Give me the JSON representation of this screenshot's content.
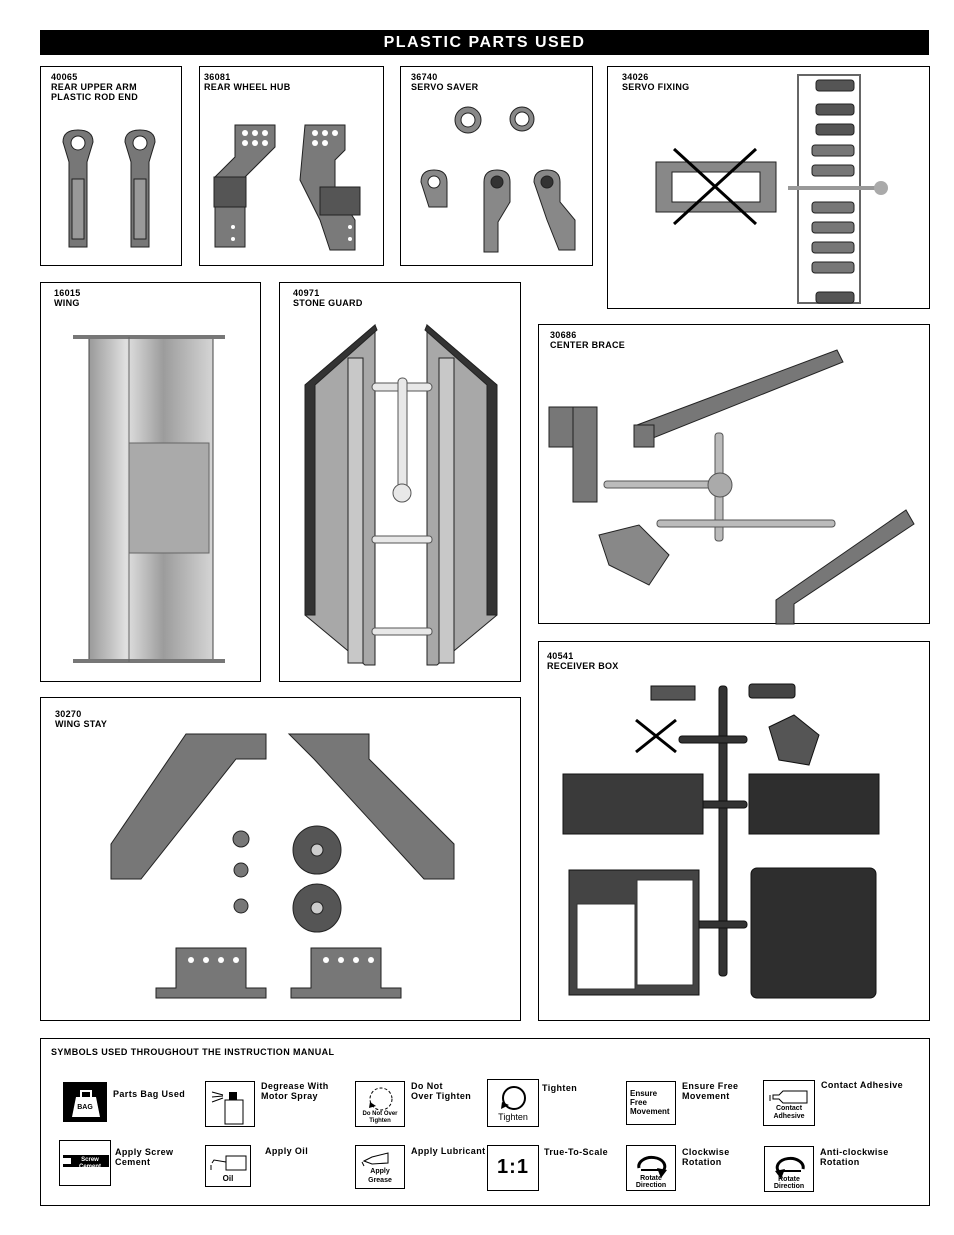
{
  "title": "PLASTIC PARTS USED",
  "panels": [
    {
      "code": "40065",
      "name": [
        "REAR UPPER ARM",
        "PLASTIC ROD END"
      ]
    },
    {
      "code": "36081",
      "name": [
        "REAR WHEEL HUB"
      ]
    },
    {
      "code": "36740",
      "name": [
        "SERVO SAVER"
      ]
    },
    {
      "code": "34026",
      "name": [
        "SERVO FIXING"
      ]
    },
    {
      "code": "16015",
      "name": [
        "WING"
      ]
    },
    {
      "code": "40971",
      "name": [
        "STONE GUARD"
      ]
    },
    {
      "code": "30686",
      "name": [
        "CENTER BRACE"
      ]
    },
    {
      "code": "40541",
      "name": [
        "RECEIVER BOX"
      ]
    },
    {
      "code": "30270",
      "name": [
        "WING STAY"
      ]
    }
  ],
  "symbols": {
    "title": "SYMBOLS USED THROUGHOUT THE INSTRUCTION MANUAL",
    "items": [
      {
        "label": [
          "Parts Bag Used"
        ],
        "icon": "bag-icon",
        "caption": "BAG"
      },
      {
        "label": [
          "Degrease With",
          "Motor Spray"
        ],
        "icon": "spray-can-icon",
        "caption": ""
      },
      {
        "label": [
          "Do Not",
          "Over Tighten"
        ],
        "icon": "do-not-over-tighten-icon",
        "caption": "Do Not Over Tighten"
      },
      {
        "label": [
          "Tighten"
        ],
        "icon": "tighten-icon",
        "caption": "Tighten"
      },
      {
        "label": [
          "Ensure Free",
          "Movement"
        ],
        "icon": "free-movement-icon",
        "caption": "Ensure Free Movement"
      },
      {
        "label": [
          "Contact  Adhesive"
        ],
        "icon": "adhesive-tube-icon",
        "caption": "Contact Adhesive"
      },
      {
        "label": [
          "Apply Screw",
          "Cement"
        ],
        "icon": "screw-cement-icon",
        "caption": "Screw Cement"
      },
      {
        "label": [
          "Apply Oil"
        ],
        "icon": "oil-can-icon",
        "caption": "Oil"
      },
      {
        "label": [
          "Apply Lubricant"
        ],
        "icon": "grease-tube-icon",
        "caption": "Apply Grease"
      },
      {
        "label": [
          "True-To-Scale"
        ],
        "icon": "scale-icon",
        "caption": "1:1"
      },
      {
        "label": [
          "Clockwise",
          "Rotation"
        ],
        "icon": "clockwise-icon",
        "caption": "Rotate Direction"
      },
      {
        "label": [
          "Anti-clockwise",
          "Rotation"
        ],
        "icon": "anticlockwise-icon",
        "caption": "Rotate Direction"
      }
    ]
  }
}
